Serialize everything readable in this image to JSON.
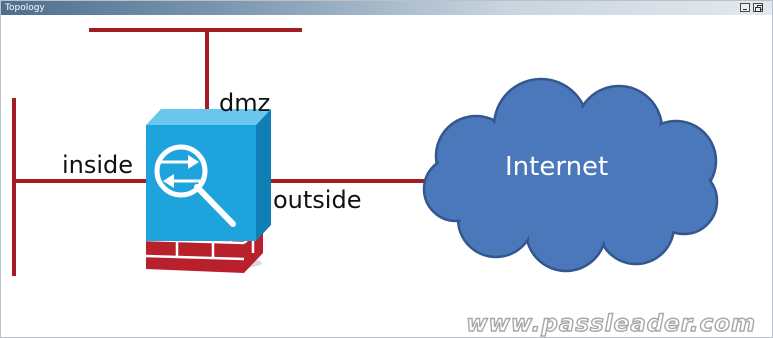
{
  "window": {
    "title": "Topology"
  },
  "diagram": {
    "labels": {
      "dmz": "dmz",
      "inside": "inside",
      "outside": "outside",
      "internet": "Internet"
    },
    "link_color": "#a51b22",
    "cloud_fill": "#4a78bb",
    "firewall_color": "#1ea3dc",
    "brick_color": "#b8202b"
  },
  "watermark": "www.passleader.com"
}
